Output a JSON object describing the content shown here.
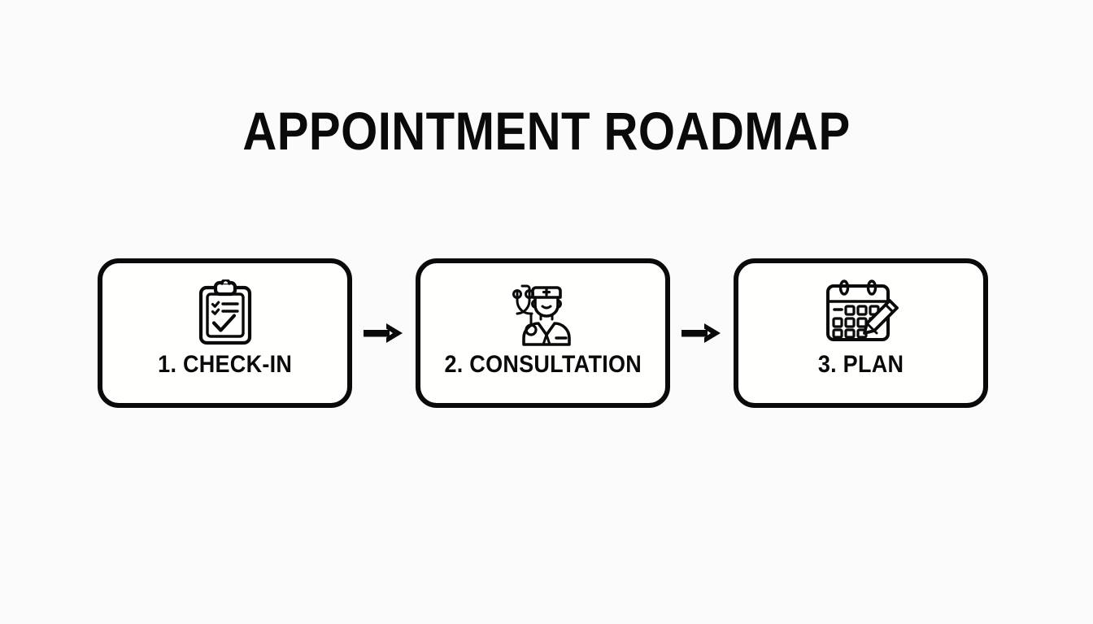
{
  "page": {
    "title": "APPOINTMENT ROADMAP",
    "background_color": "#fbfbfb",
    "ink_color": "#0a0a0a",
    "card_fill_color": "#fffffd"
  },
  "flow": {
    "steps": [
      {
        "label": "1. CHECK-IN",
        "number": "1",
        "name": "CHECK-IN",
        "icon": "clipboard-checklist-icon"
      },
      {
        "label": "2. CONSULTATION",
        "number": "2",
        "name": "CONSULTATION",
        "icon": "doctor-icon"
      },
      {
        "label": "3. PLAN",
        "number": "3",
        "name": "PLAN",
        "icon": "calendar-pencil-icon"
      }
    ],
    "connectors": [
      {
        "icon": "arrow-right-icon"
      },
      {
        "icon": "arrow-right-icon"
      }
    ]
  }
}
